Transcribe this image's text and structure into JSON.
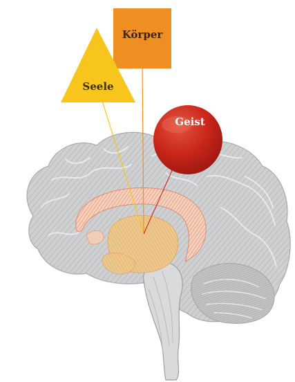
{
  "labels": {
    "koerper": "Körper",
    "seele": "Seele",
    "geist": "Geist"
  },
  "colors": {
    "koerper": "#EF8F22",
    "seele": "#F7C51C",
    "geist": "#C9261A",
    "brain": "#C9CACB",
    "brain_stroke": "#A9AAAB",
    "limbic": "#F0B08A",
    "limbic_core": "#E8B96A"
  },
  "shapes": {
    "koerper": "square",
    "seele": "triangle",
    "geist": "circle"
  }
}
